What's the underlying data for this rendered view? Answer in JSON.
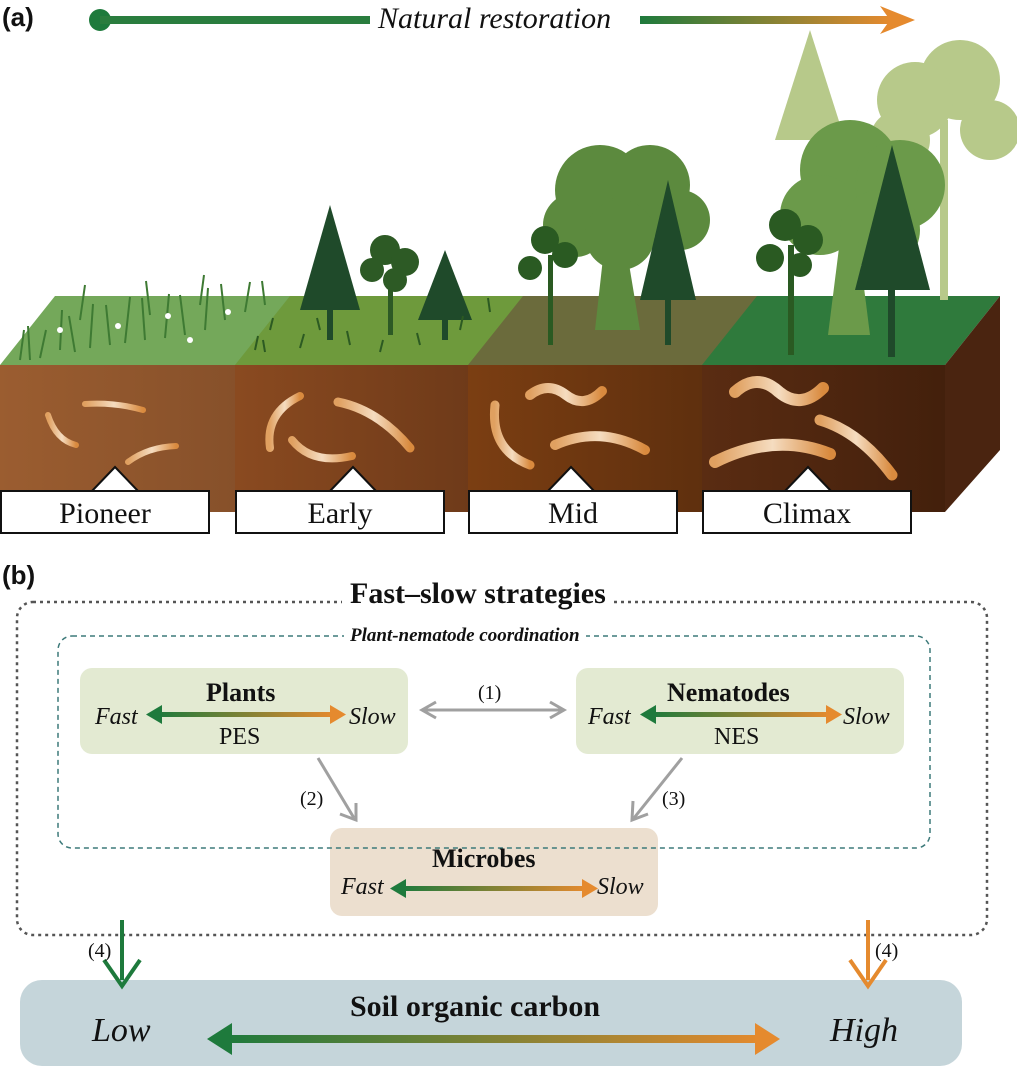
{
  "panel_a": {
    "label": "(a)",
    "arrow_label": "Natural restoration",
    "stages": [
      "Pioneer",
      "Early",
      "Mid",
      "Climax"
    ]
  },
  "panel_b": {
    "label": "(b)",
    "outer_title": "Fast–slow strategies",
    "inner_title": "Plant-nematode coordination",
    "plants": {
      "title": "Plants",
      "fast": "Fast",
      "slow": "Slow",
      "spectrum": "PES"
    },
    "nematodes": {
      "title": "Nematodes",
      "fast": "Fast",
      "slow": "Slow",
      "spectrum": "NES"
    },
    "microbes": {
      "title": "Microbes",
      "fast": "Fast",
      "slow": "Slow"
    },
    "links": {
      "l1": "(1)",
      "l2": "(2)",
      "l3": "(3)",
      "l4_left": "(4)",
      "l4_right": "(4)"
    },
    "soc": {
      "title": "Soil organic carbon",
      "low": "Low",
      "high": "High"
    }
  },
  "colors": {
    "green": "#1e7a3c",
    "orange": "#e58a2e",
    "soil": "#8a4f22",
    "box_green": "#e3ead2",
    "box_tan": "#ecdfcf",
    "box_soc": "#c5d5da"
  }
}
